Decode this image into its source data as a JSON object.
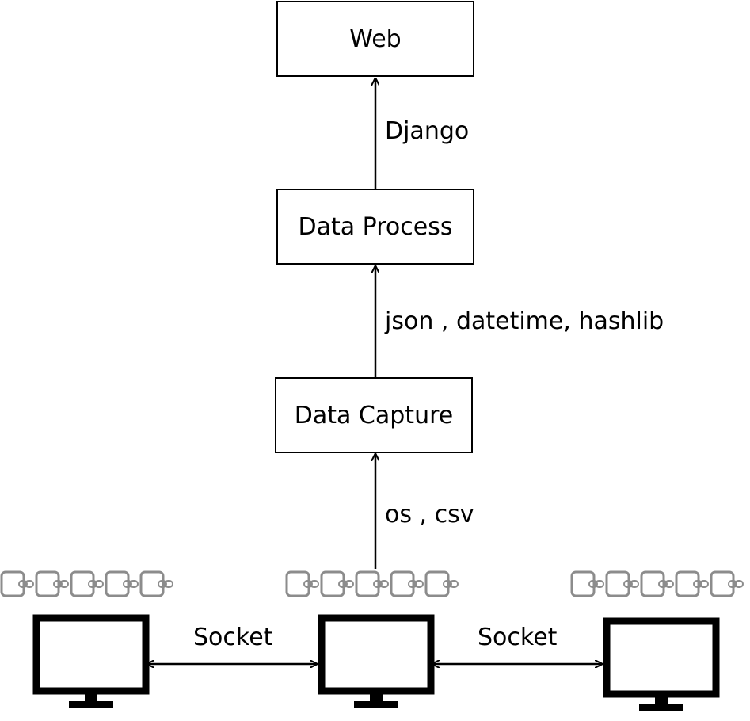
{
  "nodes": {
    "web": "Web",
    "data_process": "Data Process",
    "data_capture": "Data Capture"
  },
  "edges": {
    "process_to_web": "Django",
    "capture_to_process": "json , datetime, hashlib",
    "client_to_capture": "os , csv"
  },
  "links": {
    "left_socket": "Socket",
    "right_socket": "Socket"
  },
  "icons": {
    "computer": "monitor-icon",
    "chain": "blockchain-chain-icon"
  },
  "colors": {
    "line": "#000000",
    "chain": "#8c8c8c"
  }
}
